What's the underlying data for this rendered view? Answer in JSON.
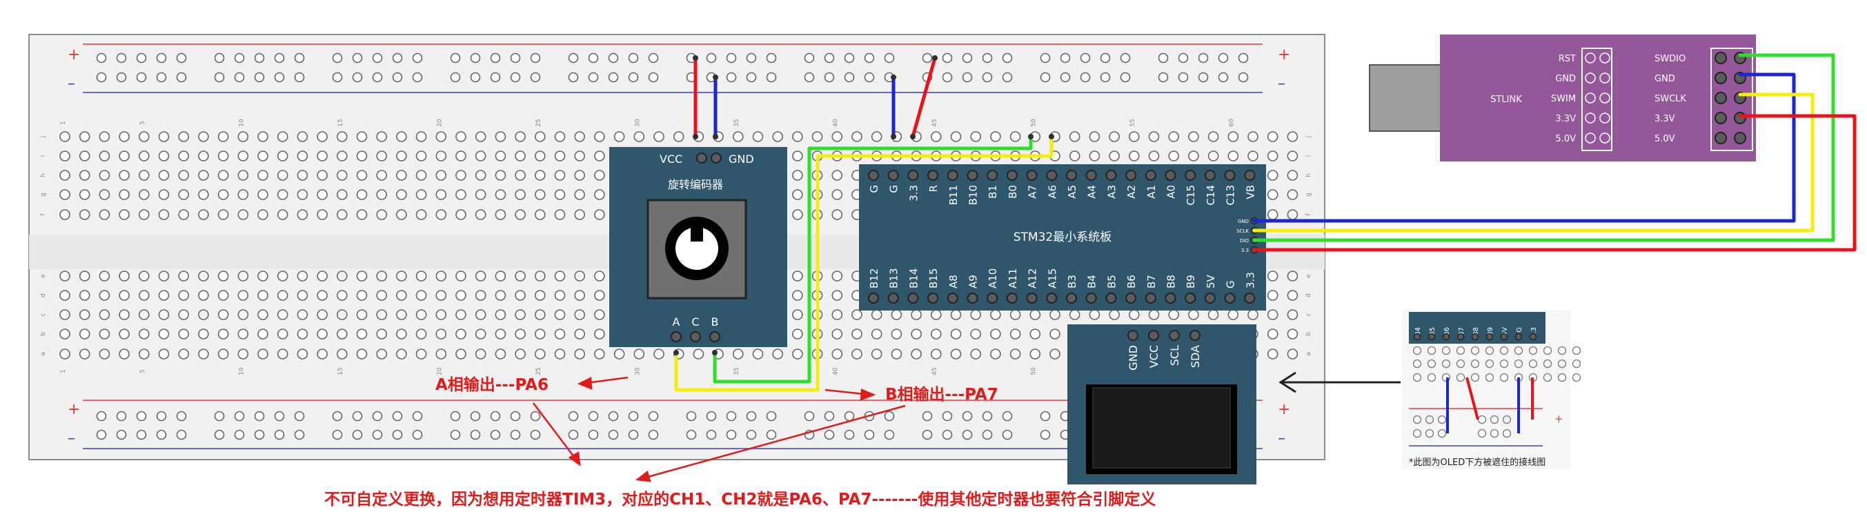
{
  "breadboard": {
    "plus_sign": "+",
    "minus_sign": "–",
    "column_numbers": [
      "1",
      "5",
      "10",
      "15",
      "20",
      "25",
      "30",
      "35",
      "40",
      "45",
      "50",
      "55",
      "60"
    ],
    "row_letters_top": [
      "j",
      "i",
      "h",
      "g",
      "f"
    ],
    "row_letters_bottom": [
      "e",
      "d",
      "c",
      "b",
      "a"
    ]
  },
  "encoder": {
    "vcc": "VCC",
    "gnd": "GND",
    "title": "旋转编码器",
    "pin_a": "A",
    "pin_c": "C",
    "pin_b": "B"
  },
  "stm32": {
    "title": "STM32最小系统板",
    "top_pins": [
      "G",
      "G",
      "3.3",
      "R",
      "B11",
      "B10",
      "B1",
      "B0",
      "A7",
      "A6",
      "A5",
      "A4",
      "A3",
      "A2",
      "A1",
      "A0",
      "C15",
      "C14",
      "C13",
      "VB"
    ],
    "bottom_pins": [
      "B12",
      "B13",
      "B14",
      "B15",
      "A8",
      "A9",
      "A10",
      "A11",
      "A12",
      "A15",
      "B3",
      "B4",
      "B5",
      "B6",
      "B7",
      "B8",
      "B9",
      "5V",
      "G",
      "3.3"
    ],
    "swd_pins": [
      "GND",
      "SCLK",
      "DIO",
      "3.3"
    ]
  },
  "oled": {
    "pins": [
      "GND",
      "VCC",
      "SCL",
      "SDA"
    ]
  },
  "stlink": {
    "name": "STLINK",
    "left_labels": [
      "RST",
      "GND",
      "SWIM",
      "3.3V",
      "5.0V"
    ],
    "right_labels": [
      "SWDIO",
      "GND",
      "SWCLK",
      "3.3V",
      "5.0V"
    ]
  },
  "inset": {
    "pins": [
      "B4",
      "B5",
      "B6",
      "B7",
      "B8",
      "B9",
      "5V",
      "G",
      "3.3"
    ],
    "caption": "*此图为OLED下方被遮住的接线图",
    "plus": "+"
  },
  "annotations": {
    "phase_a": "A相输出---PA6",
    "phase_b": "B相输出---PA7",
    "note": "不可自定义更换，因为想用定时器TIM3，对应的CH1、CH2就是PA6、PA7-------使用其他定时器也要符合引脚定义"
  },
  "colors": {
    "wire_red": "#e8141b",
    "wire_blue": "#1c25d4",
    "wire_green": "#2fe02a",
    "wire_yellow": "#f3ee10",
    "module_blue": "#2f566b",
    "stlink_purple": "#94589a",
    "annotation_red": "#e11a1a"
  }
}
